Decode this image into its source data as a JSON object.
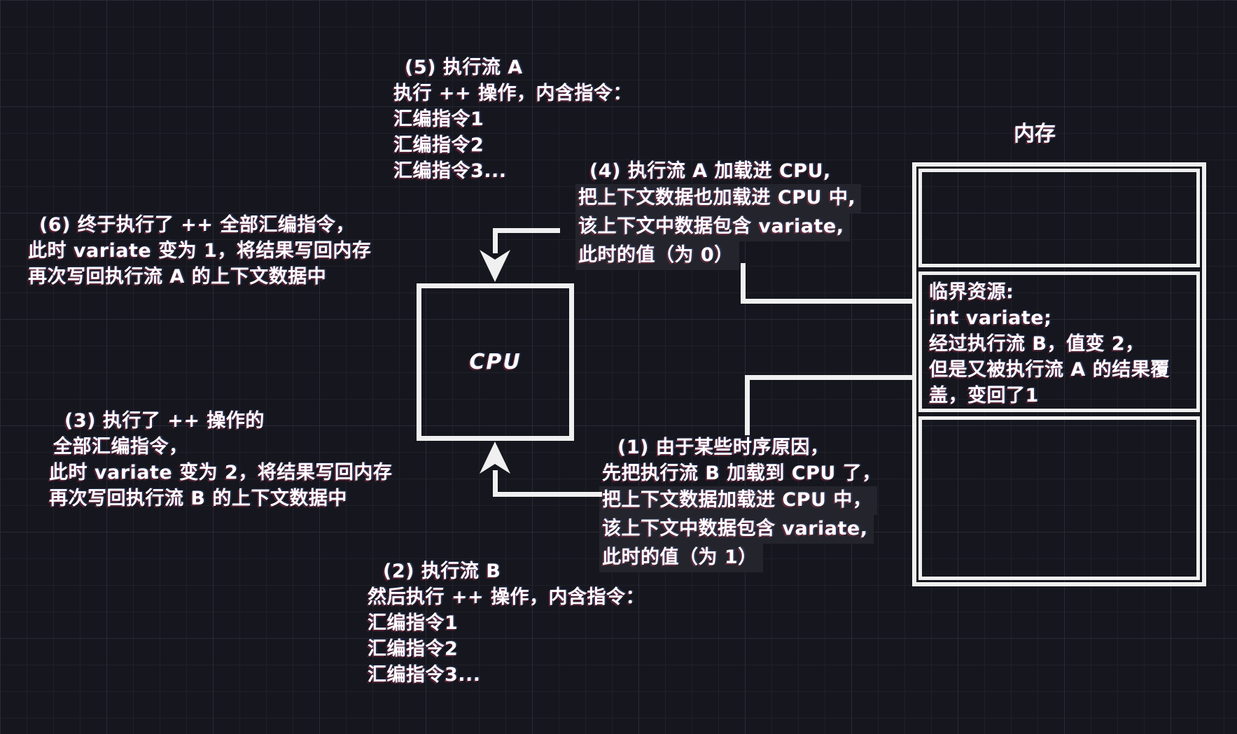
{
  "colors": {
    "background": "#16161e",
    "stroke": "#f0f0f0",
    "text": "#ffffff",
    "highlight": "#24242c"
  },
  "diagram": {
    "cpu_label": "CPU",
    "memory_label": "内存",
    "memory": {
      "critical_lines": [
        "临界资源:",
        "int variate;",
        "经过执行流 B，值变 2，",
        "但是又被执行流 A 的结果覆",
        "盖，变回了1"
      ]
    },
    "notes": {
      "n1": {
        "lines": [
          "(1) 由于某些时序原因，",
          "先把执行流 B 加载到 CPU 了，",
          "把上下文数据加载进 CPU 中，",
          "该上下文中数据包含 variate,",
          "此时的值（为 1）"
        ]
      },
      "n2": {
        "lines": [
          "(2) 执行流 B",
          "然后执行 ++ 操作，内含指令：",
          "汇编指令1",
          "汇编指令2",
          "汇编指令3..."
        ]
      },
      "n3": {
        "lines": [
          "(3) 执行了 ++ 操作的",
          "全部汇编指令，",
          "此时 variate 变为 2，将结果写回内存",
          "再次写回执行流 B 的上下文数据中"
        ]
      },
      "n4": {
        "lines": [
          "(4) 执行流 A 加载进 CPU,",
          "把上下文数据也加载进 CPU 中,",
          "该上下文中数据包含 variate,",
          "此时的值（为 0）"
        ]
      },
      "n5": {
        "lines": [
          "(5) 执行流 A",
          "执行 ++ 操作，内含指令：",
          "汇编指令1",
          "汇编指令2",
          "汇编指令3..."
        ]
      },
      "n6": {
        "lines": [
          "(6) 终于执行了 ++ 全部汇编指令，",
          "此时 variate 变为 1，将结果写回内存",
          "再次写回执行流 A 的上下文数据中"
        ]
      }
    }
  }
}
